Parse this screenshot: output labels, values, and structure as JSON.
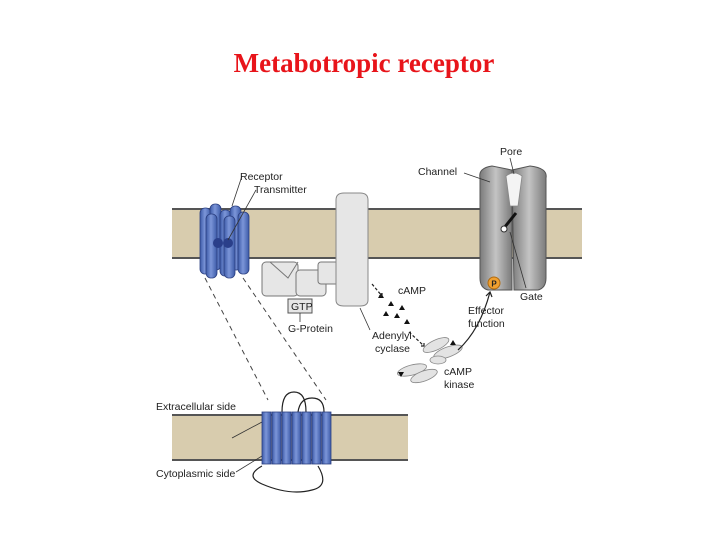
{
  "title": "Metabotropic receptor",
  "labels": {
    "receptor": "Receptor",
    "transmitter": "Transmitter",
    "gtp": "GTP",
    "g_protein": "G-Protein",
    "adenylyl_cyclase_line1": "Adenylyl",
    "adenylyl_cyclase_line2": "cyclase",
    "camp": "cAMP",
    "camp_kinase_line1": "cAMP",
    "camp_kinase_line2": "kinase",
    "effector_line1": "Effector",
    "effector_line2": "function",
    "pore": "Pore",
    "channel": "Channel",
    "gate": "Gate",
    "phosphate": "P",
    "extracellular": "Extracellular side",
    "cytoplasmic": "Cytoplasmic side"
  },
  "colors": {
    "title": "#e8141a",
    "membrane": "#d8ccae",
    "receptor": "#5a78c4",
    "protein": "#e6e6e6",
    "channel": "#9a9a9a",
    "phosphate": "#f0a030"
  }
}
